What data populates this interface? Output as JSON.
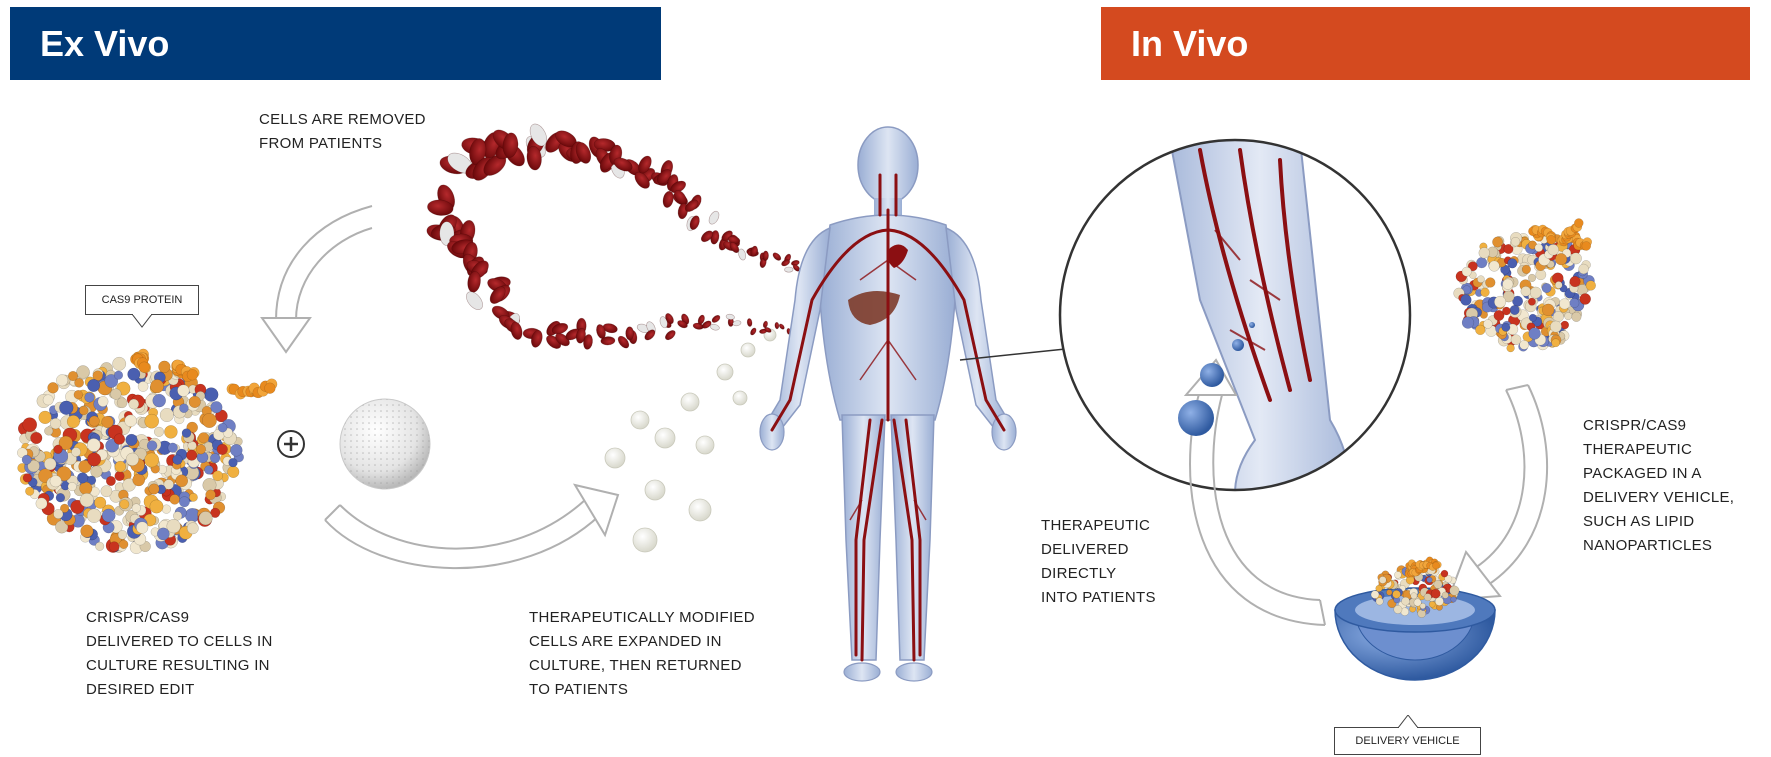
{
  "colors": {
    "ex_vivo_banner": "#003a78",
    "in_vivo_banner": "#d44a1f",
    "blood_red": "#8b0f12",
    "body_blue": "#b8c6e2",
    "vesicle_blue": "#3d6fb8"
  },
  "banners": {
    "ex_vivo": "Ex Vivo",
    "in_vivo": "In Vivo"
  },
  "labels": {
    "cas9_protein": "CAS9 PROTEIN",
    "delivery_vehicle": "DELIVERY VEHICLE",
    "plus": "+"
  },
  "captions": {
    "cells_removed": "CELLS ARE REMOVED\nFROM PATIENTS",
    "crispr_delivered": "CRISPR/CAS9\nDELIVERED TO CELLS IN\nCULTURE RESULTING IN\nDESIRED EDIT",
    "modified_cells": "THERAPEUTICALLY MODIFIED\nCELLS ARE EXPANDED IN\nCULTURE, THEN RETURNED\nTO PATIENTS",
    "delivered_directly": "THERAPEUTIC\nDELIVERED\nDIRECTLY\nINTO PATIENTS",
    "packaged": "CRISPR/CAS9\nTHERAPEUTIC\nPACKAGED IN A\nDELIVERY VEHICLE,\nSUCH AS LIPID\nNANOPARTICLES"
  },
  "icons": [
    "cas9-protein-molecule",
    "white-cell-sphere",
    "red-blood-cells",
    "human-body",
    "arm-magnifier",
    "lipid-nanoparticle",
    "curved-arrows"
  ]
}
